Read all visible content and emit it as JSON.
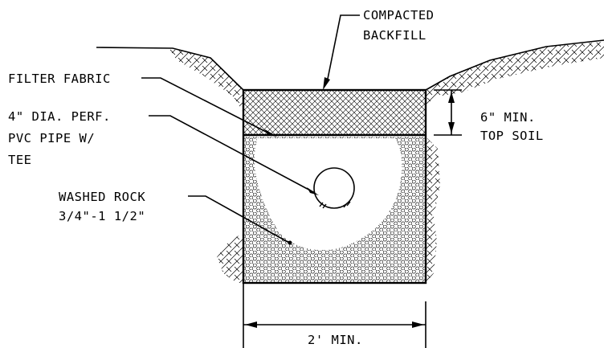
{
  "labels": {
    "compacted_line1": "COMPACTED",
    "compacted_line2": "BACKFILL",
    "filter_fabric": "FILTER FABRIC",
    "pipe_line1": "4\" DIA. PERF.",
    "pipe_line2": "PVC PIPE W/",
    "pipe_line3": "TEE",
    "topsoil_line1": "6\" MIN.",
    "topsoil_line2": "TOP SOIL",
    "rock_line1": "WASHED ROCK",
    "rock_line2": "3/4\"-1 1/2\"",
    "width_dim": "2' MIN."
  }
}
